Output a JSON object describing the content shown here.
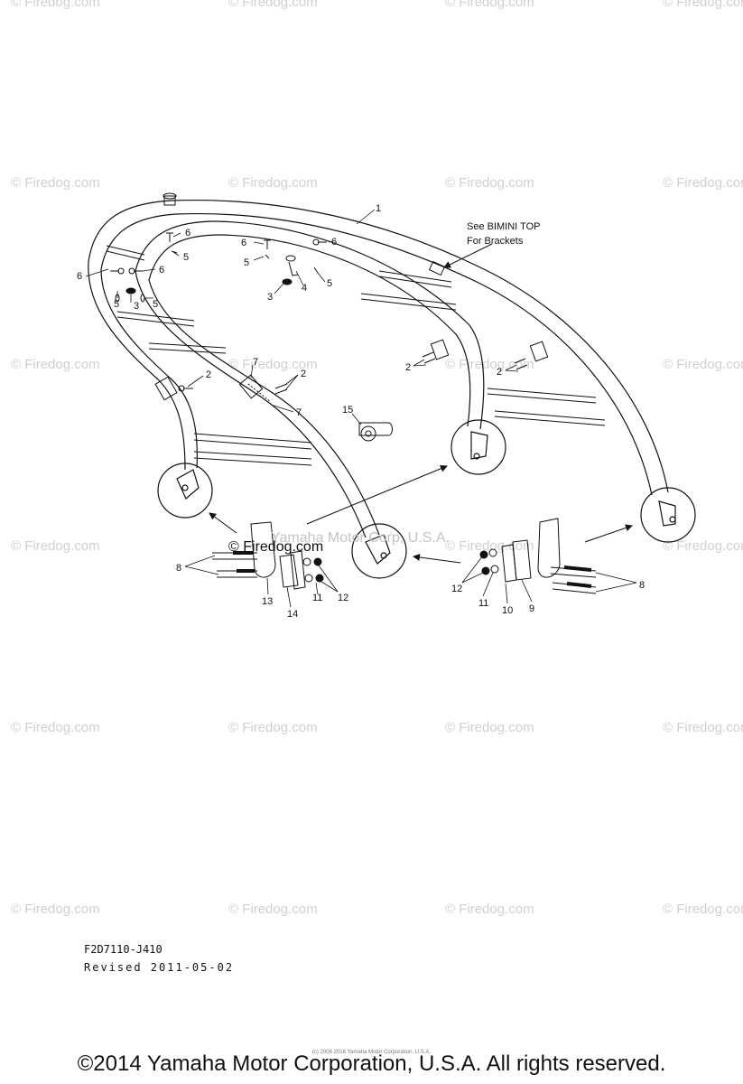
{
  "watermark_text": "© Firedog.com",
  "diagram": {
    "callouts": [
      "1",
      "2",
      "2",
      "2",
      "2",
      "3",
      "3",
      "4",
      "5",
      "5",
      "5",
      "5",
      "5",
      "6",
      "6",
      "6",
      "6",
      "6",
      "7",
      "7",
      "8",
      "8",
      "9",
      "10",
      "11",
      "11",
      "12",
      "12",
      "13",
      "14",
      "15"
    ],
    "note_line1": "See BIMINI TOP",
    "note_line2": "For Brackets",
    "overlay_watermark": "© Firedog.com",
    "overlay_corp": "Yamaha Motor Corp, U.S.A."
  },
  "doc_code": "F2D7110-J410",
  "revised": "Revised 2011-05-02",
  "tiny_copyright": "(c) 2006 2016 Yamaha Motor Corporation, U.S.A.",
  "copyright": "©2014 Yamaha Motor Corporation, U.S.A. All rights reserved."
}
